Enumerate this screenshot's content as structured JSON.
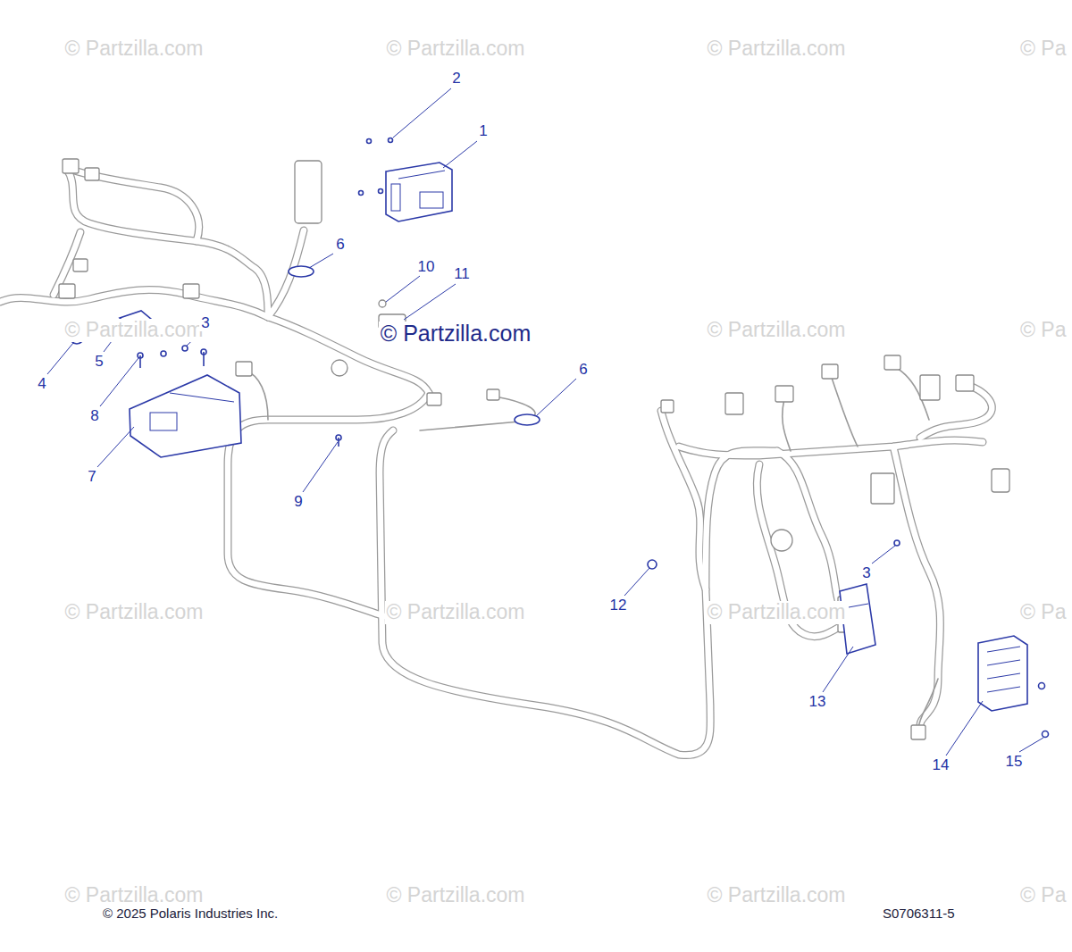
{
  "diagram": {
    "labels": [
      "© Partzilla.com",
      "© Partzilla.com",
      "© Partzilla.com",
      "© Pa",
      "2",
      "1",
      "6",
      "10",
      "11",
      "© Partzilla.com",
      "© Partzilla.com",
      "© Partzilla.com",
      "© Pa",
      "3",
      "5",
      "4",
      "8",
      "6",
      "7",
      "9",
      "© Partzilla.com",
      "© Partzilla.com",
      "© Partzilla.com",
      "© Pa",
      "3",
      "12",
      "13",
      "14",
      "15",
      "© Partzilla.com",
      "© Partzilla.com",
      "© Partzilla.com",
      "© Pa",
      "© 2025 Polaris Industries Inc.",
      "S0706311-5"
    ]
  }
}
